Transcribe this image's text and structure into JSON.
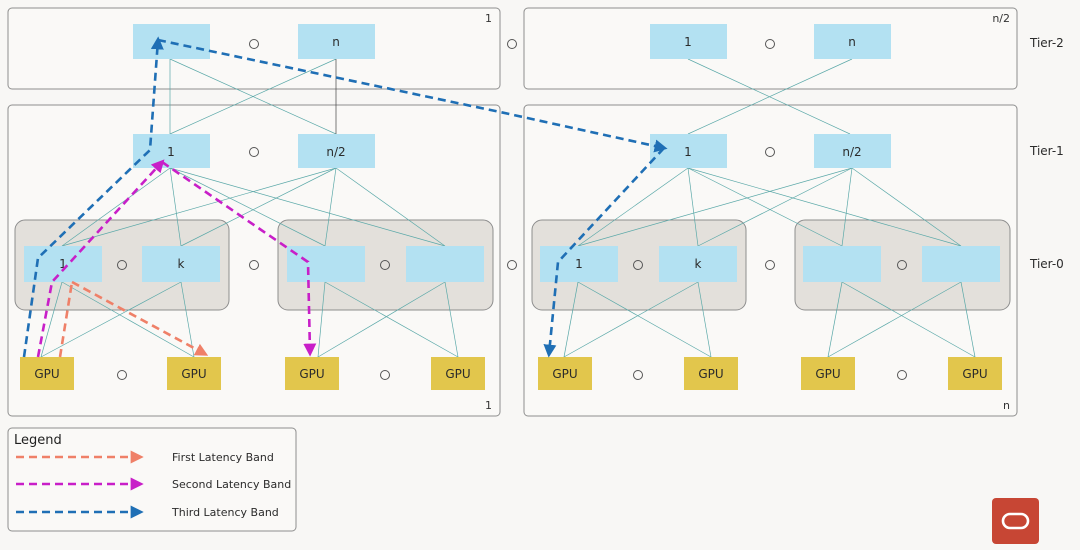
{
  "tiers": {
    "tier2": "Tier-2",
    "tier1": "Tier-1",
    "tier0": "Tier-0"
  },
  "corners": {
    "tier2_left": "1",
    "tier2_right": "n/2",
    "pod_left": "1",
    "pod_right": "n"
  },
  "switches": {
    "spine_l1": "",
    "spine_ln": "n",
    "spine_r1": "1",
    "spine_rn": "n",
    "agg_l1": "1",
    "agg_ln2": "n/2",
    "agg_r1": "1",
    "agg_rn2": "n/2",
    "leaf_l1": "1",
    "leaf_lk": "k",
    "leaf_r1": "1",
    "leaf_rk": "k"
  },
  "gpus": [
    "GPU",
    "GPU",
    "GPU",
    "GPU",
    "GPU",
    "GPU",
    "GPU",
    "GPU"
  ],
  "legend": {
    "title": "Legend",
    "items": [
      {
        "label": "First Latency Band",
        "color": "#ef8068"
      },
      {
        "label": "Second Latency Band",
        "color": "#c81fc8"
      },
      {
        "label": "Third Latency Band",
        "color": "#1f6fb5"
      }
    ]
  },
  "colors": {
    "switch": "#b3e1f2",
    "gpu": "#e2c64c",
    "leaf_group": "#e3e0db",
    "link": "#5aa8a8",
    "logo": "#c74634"
  },
  "logo_icon": "oracle-logo-icon"
}
